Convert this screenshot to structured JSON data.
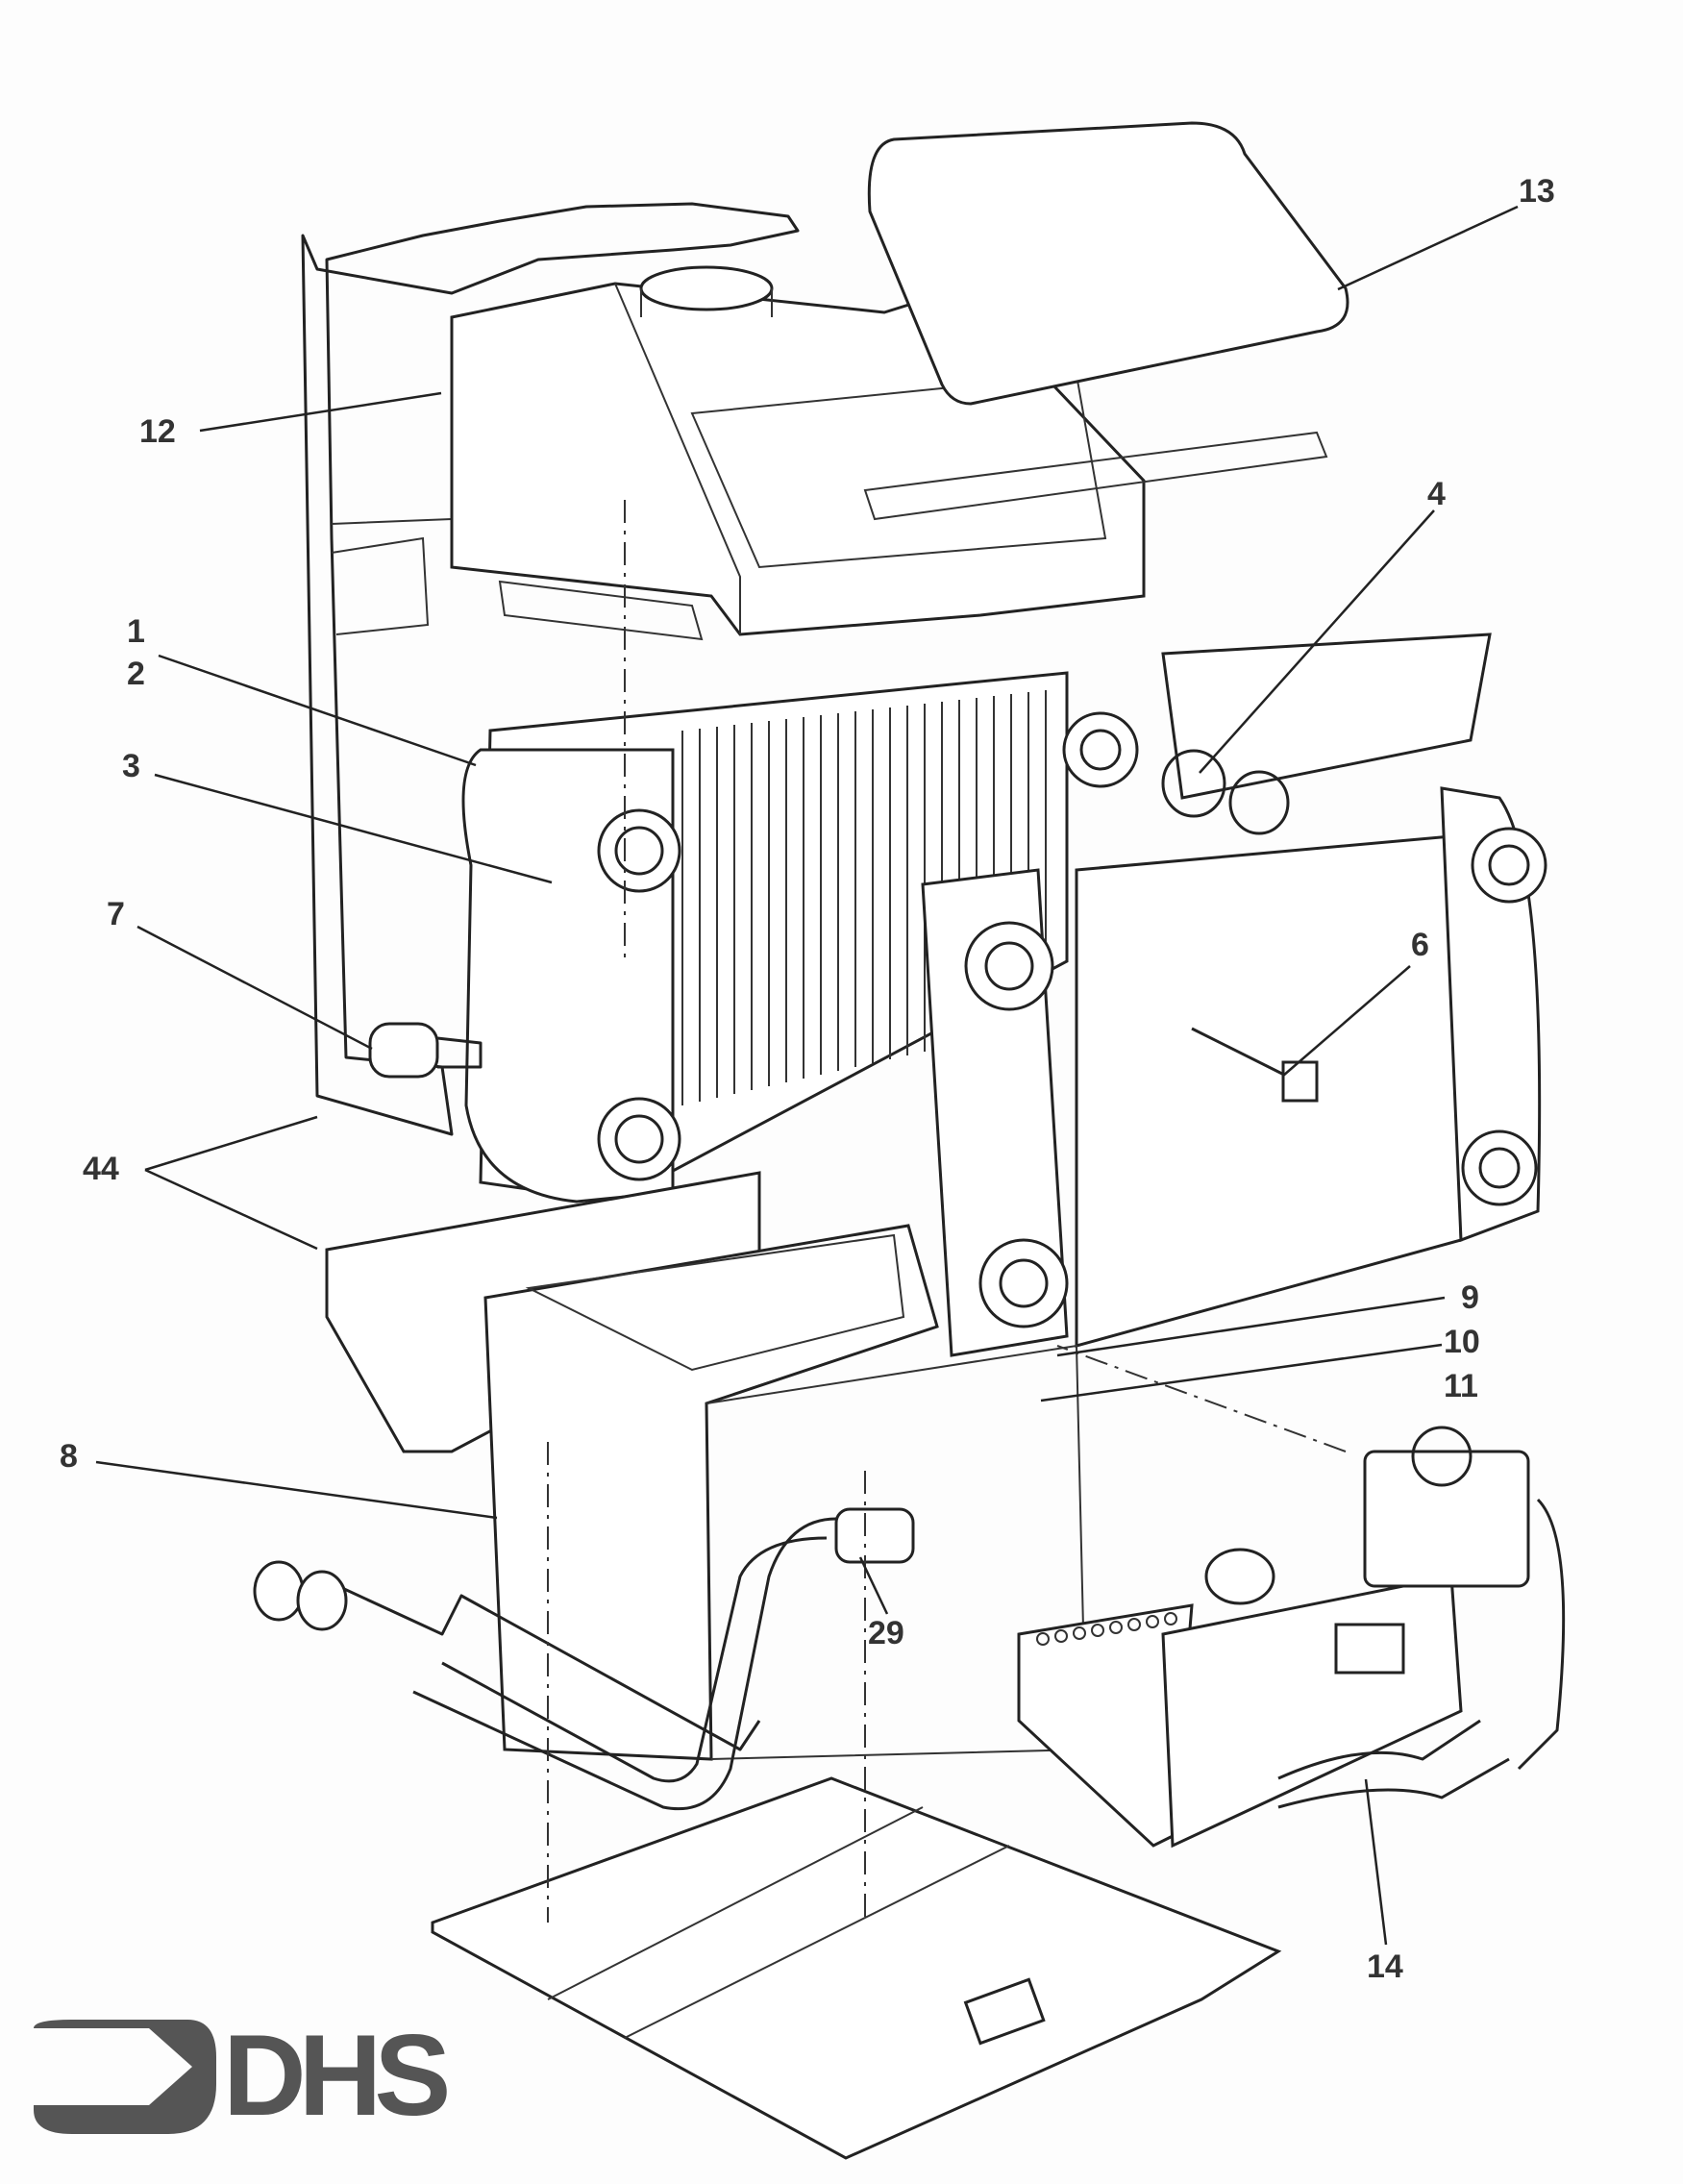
{
  "diagram": {
    "title": "Boiler exploded parts view",
    "labels": {
      "l1": "1",
      "l2": "2",
      "l3": "3",
      "l4": "4",
      "l6": "6",
      "l7": "7",
      "l8": "8",
      "l9": "9",
      "l10": "10",
      "l11": "11",
      "l12": "12",
      "l13": "13",
      "l14": "14",
      "l29": "29",
      "l44": "44"
    }
  },
  "logo": {
    "text": "DHS",
    "color": "#555555"
  }
}
